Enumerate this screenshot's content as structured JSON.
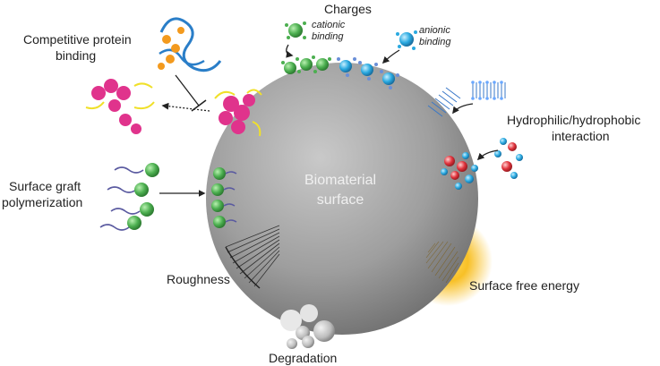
{
  "center": {
    "line1": "Biomaterial",
    "line2": "surface"
  },
  "labels": {
    "charges": "Charges",
    "cationic_1": "cationic",
    "cationic_2": "binding",
    "anionic_1": "anionic",
    "anionic_2": "binding",
    "competitive_1": "Competitive protein",
    "competitive_2": "binding",
    "hydro_1": "Hydrophilic/hydrophobic",
    "hydro_2": "interaction",
    "graft_1": "Surface graft",
    "graft_2": "polymerization",
    "roughness": "Roughness",
    "free_energy": "Surface free energy",
    "degradation": "Degradation"
  },
  "colors": {
    "sphere": "#9a9a9a",
    "cationic": "#4caf50",
    "anionic": "#29a9e0",
    "protein_pink": "#e0338c",
    "protein_orange": "#f39a1e",
    "protein_blue": "#2a7ec8",
    "ligand_red": "#e0333c",
    "glow": "#f7b500"
  }
}
